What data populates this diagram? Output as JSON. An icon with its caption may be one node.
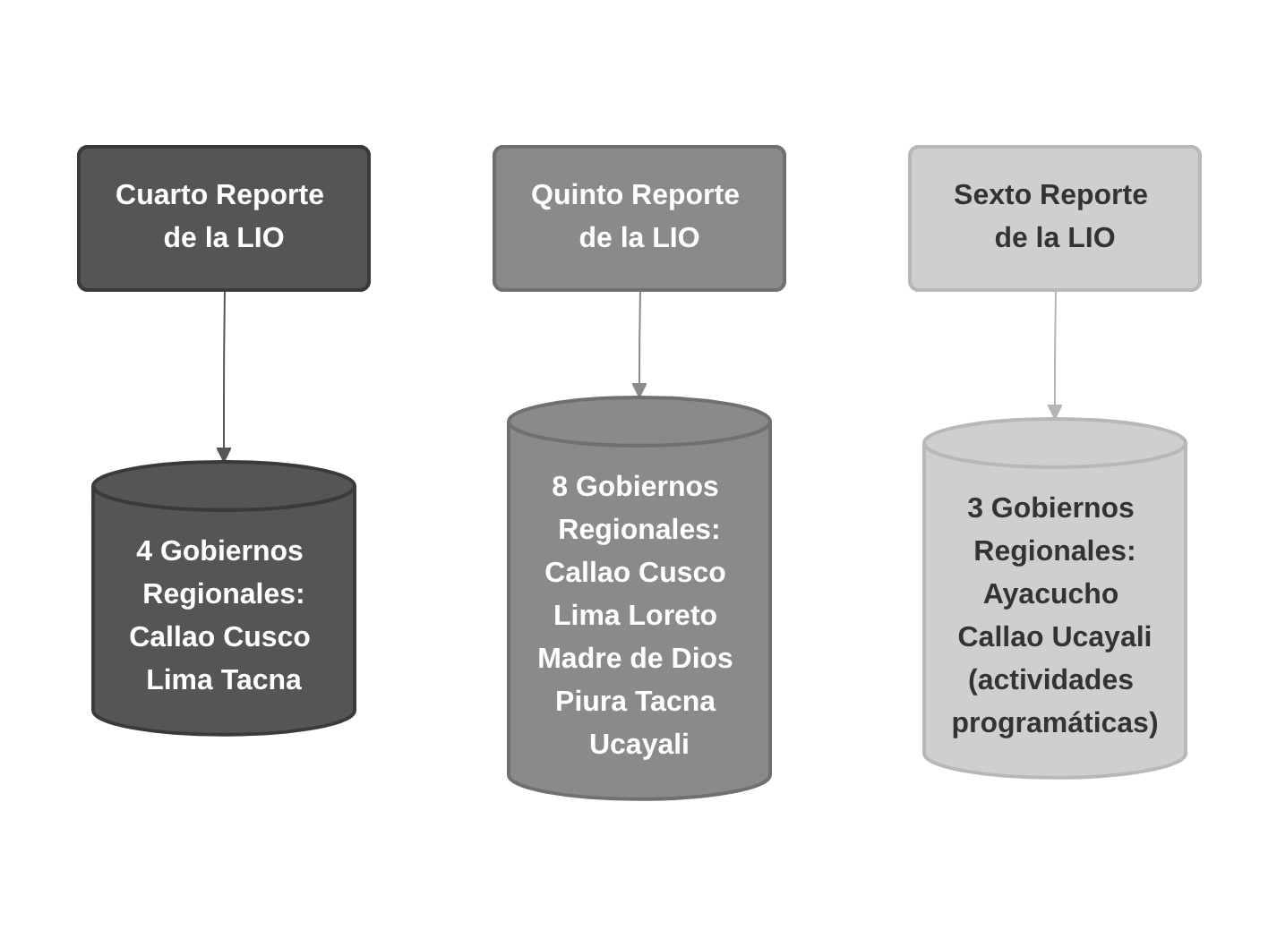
{
  "diagram": {
    "nodes": [
      {
        "text": [
          "Cuarto Reporte de la LIO"
        ]
      },
      {
        "text": [
          "Quinto Reporte de la LIO"
        ]
      },
      {
        "text": [
          "Sexto Reporte de la LIO"
        ]
      },
      {
        "text": [
          "4 Gobiernos Regionales:",
          "Callao Cusco Lima Tacna"
        ]
      },
      {
        "text": [
          "8 Gobiernos Regionales:",
          "Callao Cusco Lima Loreto Madre de Dios Piura Tacna Ucayali"
        ]
      },
      {
        "text": [
          "3 Gobiernos Regionales:",
          "Ayacucho Callao Ucayali",
          "(actividades programáticas)"
        ]
      }
    ],
    "edges": [
      {
        "from": 0,
        "to": 3,
        "arrow": "to",
        "color": "#555555"
      },
      {
        "from": 1,
        "to": 4,
        "arrow": "to",
        "color": "#8a8a8a"
      },
      {
        "from": 2,
        "to": 5,
        "arrow": "to",
        "color": "#b5b5b5"
      }
    ]
  }
}
